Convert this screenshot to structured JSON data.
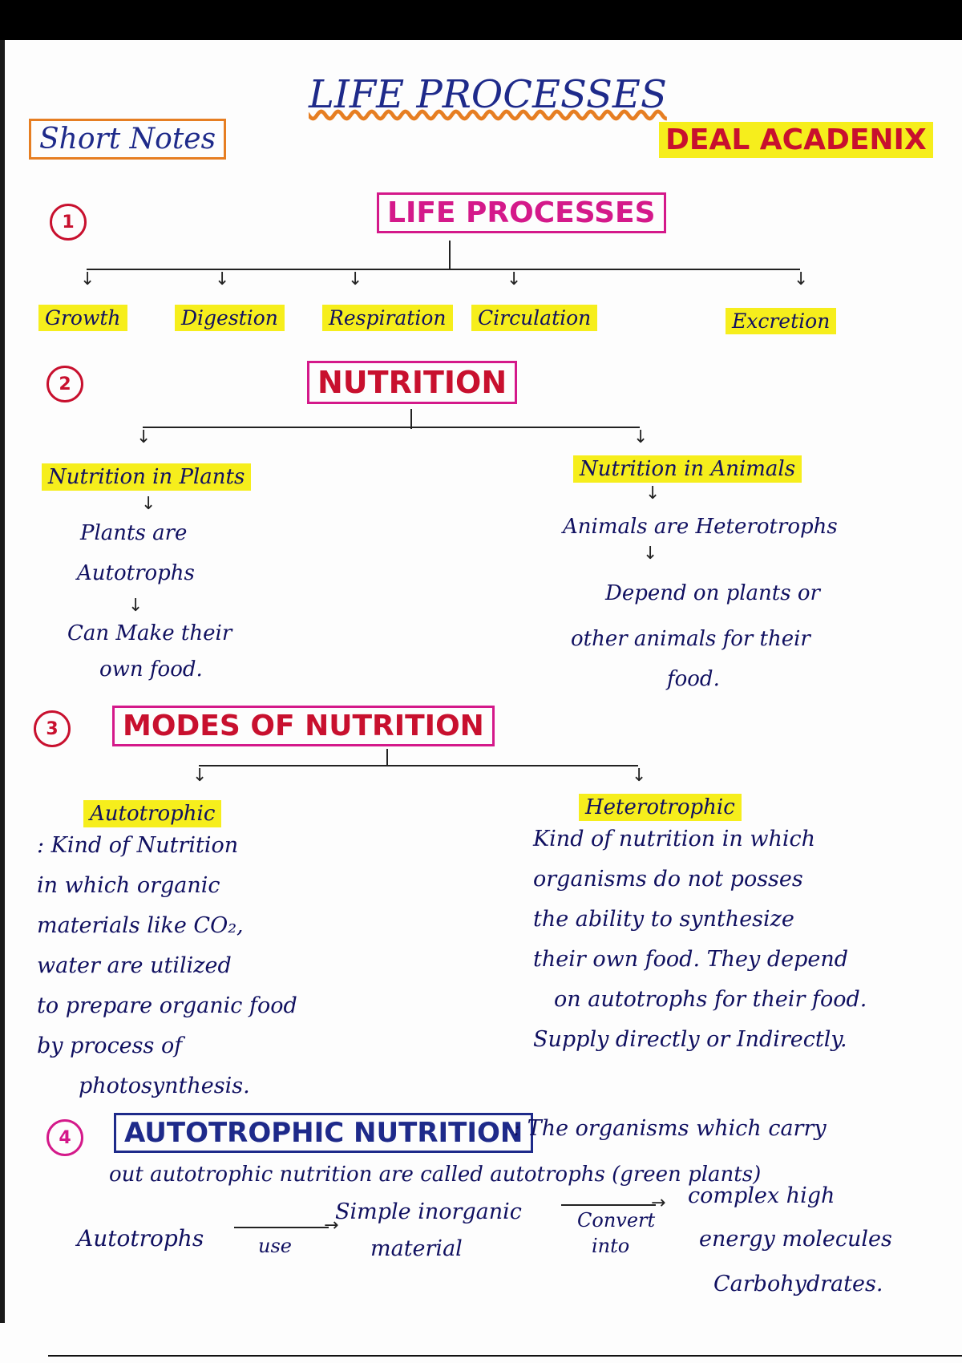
{
  "header": {
    "title": "LIFE PROCESSES",
    "short_notes": "Short Notes",
    "brand": "DEAL ACADENIX"
  },
  "colors": {
    "highlight": "#f6ee1c",
    "red": "#c8102e",
    "magenta": "#d4198a",
    "blue_ink": "#1e2a8a",
    "orange": "#e67e22"
  },
  "section1": {
    "number": "1",
    "title": "LIFE PROCESSES",
    "items": [
      "Growth",
      "Digestion",
      "Respiration",
      "Circulation",
      "Excretion"
    ]
  },
  "section2": {
    "number": "2",
    "title": "NUTRITION",
    "plants": {
      "label": "Nutrition in Plants",
      "line1": "Plants are",
      "line2": "Autotrophs",
      "line3": "Can Make their",
      "line4": "own food."
    },
    "animals": {
      "label": "Nutrition in Animals",
      "line1": "Animals are Heterotrophs",
      "line2": "Depend on plants or",
      "line3": "other animals for their",
      "line4": "food."
    }
  },
  "section3": {
    "number": "3",
    "title": "MODES OF NUTRITION",
    "autotrophic": {
      "label": "Autotrophic",
      "lines": [
        ": Kind of Nutrition",
        "in which organic",
        "materials like CO₂,",
        "water are utilized",
        "to prepare organic food",
        "by process of",
        "photosynthesis."
      ]
    },
    "heterotrophic": {
      "label": "Heterotrophic",
      "lines": [
        "Kind of nutrition in which",
        "organisms do not posses",
        "the ability to synthesize",
        "their own food. They depend",
        "on autotrophs for their food.",
        "Supply directly or Indirectly."
      ]
    }
  },
  "section4": {
    "number": "4",
    "title": "AUTOTROPHIC NUTRITION",
    "intro": ": The organisms which carry",
    "intro2": "out autotrophic nutrition are called autotrophs (green plants)",
    "flow": {
      "subject": "Autotrophs",
      "use": "use",
      "input1": "Simple inorganic",
      "input2": "material",
      "convert": "Convert",
      "into": "into",
      "out1": "complex high",
      "out2": "energy molecules",
      "out3": "Carbohydrates."
    }
  }
}
